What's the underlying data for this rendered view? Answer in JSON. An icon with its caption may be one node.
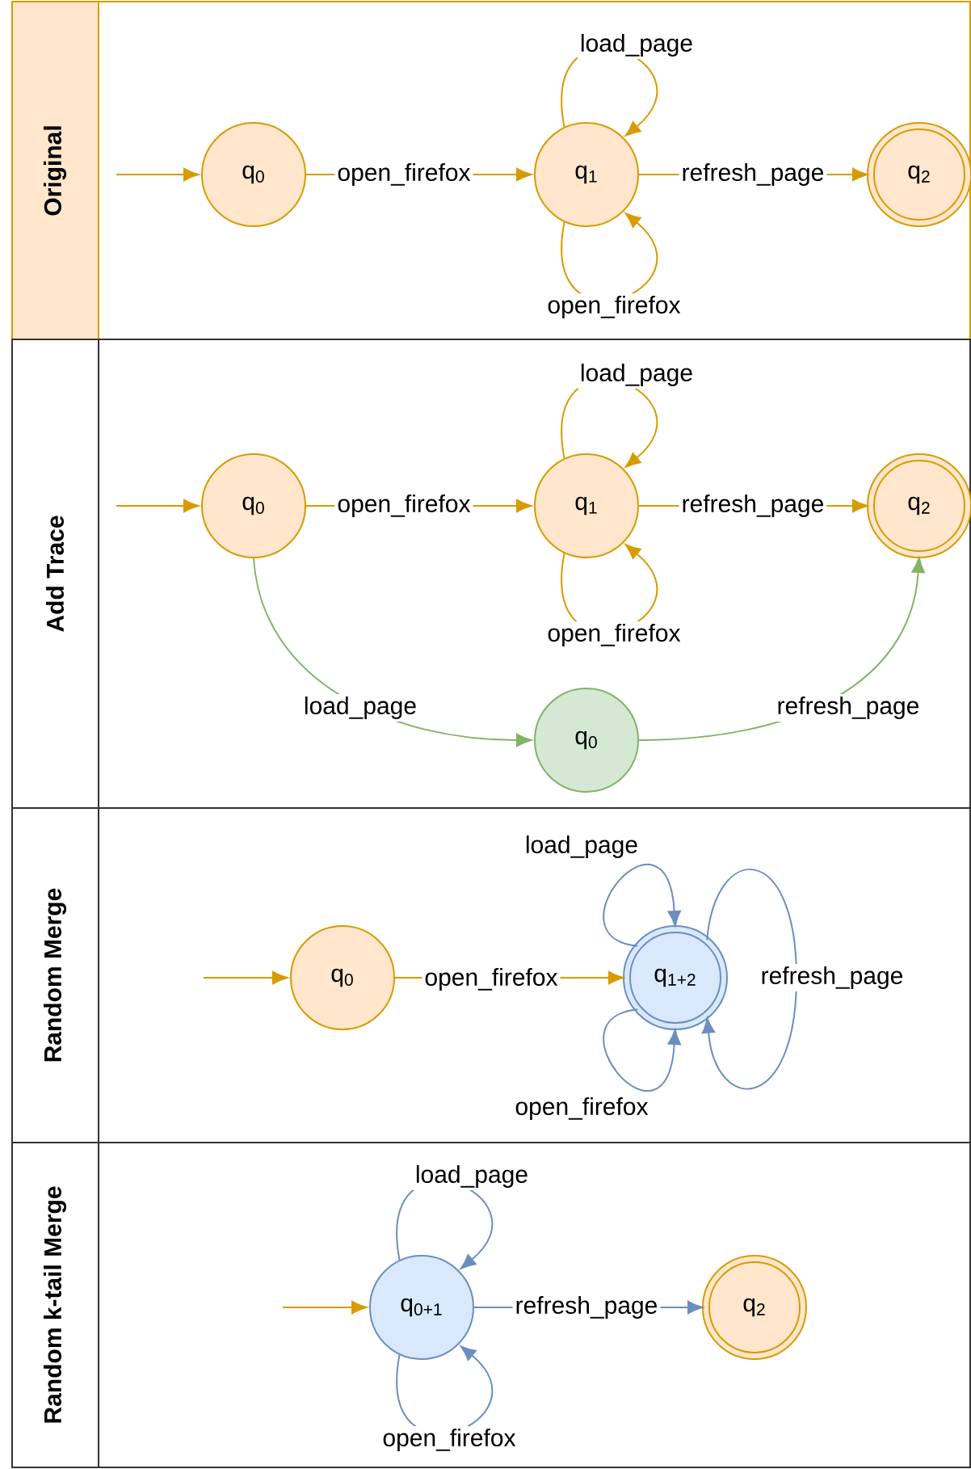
{
  "diagram": {
    "nodes": [
      {
        "text": [
          "Original"
        ]
      },
      {
        "text": [
          "q$_{0}$"
        ],
        "in": 0
      },
      {
        "text": [
          "q$_{1}$"
        ],
        "in": 0
      },
      {
        "text": [
          "q$_{2}$"
        ],
        "in": 0
      },
      {
        "text": [
          "Add Trace"
        ]
      },
      {
        "text": [
          "q$_{0}$"
        ],
        "in": 4
      },
      {
        "text": [
          "q$_{1}$"
        ],
        "in": 4
      },
      {
        "text": [
          "q$_{2}$"
        ],
        "in": 4
      },
      {
        "text": [
          "q$_{0}$"
        ],
        "in": 4
      },
      {
        "text": [
          "Random Merge"
        ]
      },
      {
        "text": [
          "q$_{0}$"
        ],
        "in": 9
      },
      {
        "text": [
          "q$_{1+2}$"
        ],
        "in": 9
      },
      {
        "text": [
          "Random k-tail Merge"
        ]
      },
      {
        "text": [
          "q$_{0+1}$"
        ],
        "in": 12
      },
      {
        "text": [
          "q$_{2}$"
        ],
        "in": 12
      }
    ],
    "edges": [
      {
        "from": null,
        "to": 1,
        "arrow": "to"
      },
      {
        "from": 1,
        "to": 2,
        "label": "open_firefox",
        "arrow": "to"
      },
      {
        "from": 2,
        "to": 2,
        "label": "load_page",
        "arrow": "to"
      },
      {
        "from": 2,
        "to": 2,
        "label": "open_firefox",
        "arrow": "to"
      },
      {
        "from": 2,
        "to": 3,
        "label": "refresh_page",
        "arrow": "to"
      },
      {
        "from": null,
        "to": 5,
        "arrow": "to"
      },
      {
        "from": 5,
        "to": 6,
        "label": "open_firefox",
        "arrow": "to"
      },
      {
        "from": 6,
        "to": 6,
        "label": "load_page",
        "arrow": "to"
      },
      {
        "from": 6,
        "to": 6,
        "label": "open_firefox",
        "arrow": "to"
      },
      {
        "from": 6,
        "to": 7,
        "label": "refresh_page",
        "arrow": "to"
      },
      {
        "from": 5,
        "to": 8,
        "label": "load_page",
        "arrow": "to",
        "color": "#82b366"
      },
      {
        "from": 8,
        "to": 7,
        "label": "refresh_page",
        "arrow": "to",
        "color": "#82b366"
      },
      {
        "from": null,
        "to": 10,
        "arrow": "to"
      },
      {
        "from": 10,
        "to": 11,
        "label": "open_firefox",
        "arrow": "to"
      },
      {
        "from": 11,
        "to": 11,
        "label": "load_page",
        "arrow": "to",
        "color": "#6c8ebf"
      },
      {
        "from": 11,
        "to": 11,
        "label": "open_firefox",
        "arrow": "to",
        "color": "#6c8ebf"
      },
      {
        "from": 11,
        "to": 11,
        "label": "refresh_page",
        "arrow": "to",
        "color": "#6c8ebf"
      },
      {
        "from": null,
        "to": 13,
        "arrow": "to"
      },
      {
        "from": 13,
        "to": 13,
        "label": "load_page",
        "arrow": "to",
        "color": "#6c8ebf"
      },
      {
        "from": 13,
        "to": 13,
        "label": "open_firefox",
        "arrow": "to",
        "color": "#6c8ebf"
      },
      {
        "from": 13,
        "to": 14,
        "label": "refresh_page",
        "arrow": "to",
        "color": "#6c8ebf"
      }
    ]
  }
}
